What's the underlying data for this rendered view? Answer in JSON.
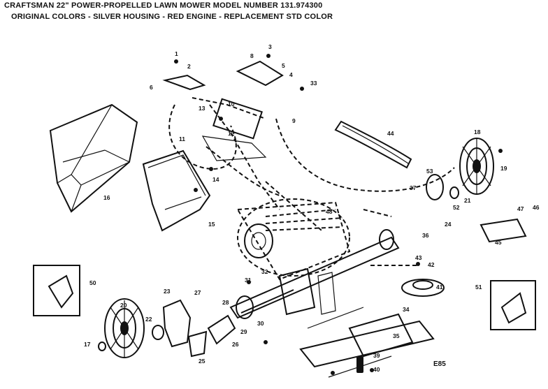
{
  "header": {
    "line1": "CRAFTSMAN 22\" POWER-PROPELLED LAWN MOWER MODEL NUMBER 131.974300",
    "line2": "ORIGINAL COLORS - SILVER HOUSING - RED ENGINE - REPLACEMENT STD COLOR"
  },
  "diagram_code": "E85",
  "part_labels": {
    "p1": "1",
    "p2": "2",
    "p3": "3",
    "p4": "4",
    "p5": "5",
    "p6": "6",
    "p8": "8",
    "p9": "9",
    "p10": "10",
    "p11": "11",
    "p12": "12",
    "p13": "13",
    "p14": "14",
    "p15": "15",
    "p16": "16",
    "p17": "17",
    "p18": "18",
    "p19": "19",
    "p20": "20",
    "p21": "21",
    "p22": "22",
    "p23": "23",
    "p24": "24",
    "p25": "25",
    "p26": "26",
    "p27": "27",
    "p28": "28",
    "p29": "29",
    "p30": "30",
    "p31": "31",
    "p32": "32",
    "p33": "33",
    "p34": "34",
    "p35": "35",
    "p36": "36",
    "p37": "37",
    "p39": "39",
    "p40": "40",
    "p41": "41",
    "p42": "42",
    "p43": "43",
    "p44": "44",
    "p45": "45",
    "p46": "46",
    "p47": "47",
    "p48": "48",
    "p50": "50",
    "p51": "51",
    "p52": "52",
    "p53": "53"
  }
}
